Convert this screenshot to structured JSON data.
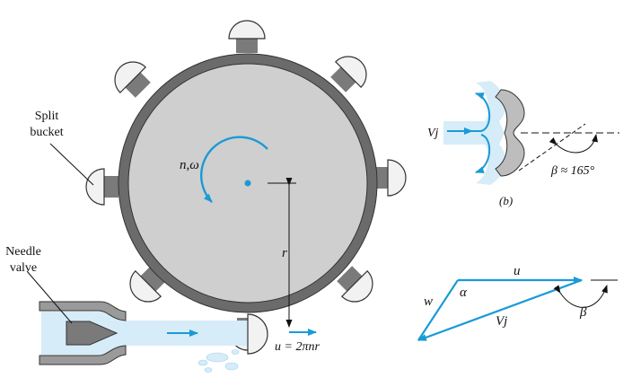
{
  "labels": {
    "split_bucket_line1": "Split",
    "split_bucket_line2": "bucket",
    "needle_valve_line1": "Needle",
    "needle_valve_line2": "valve",
    "n_omega": "n,ω",
    "r": "r",
    "u_eq": "u = 2πnr",
    "vj_b": "Vj",
    "beta_eq": "β ≈ 165°",
    "panel_b": "(b)",
    "u_tri": "u",
    "w_tri": "w",
    "alpha_tri": "α",
    "vj_tri": "Vj",
    "beta_tri": "β"
  },
  "colors": {
    "wheel_fill": "#cfcfcf",
    "rim": "#6b6b6b",
    "jet": "#d6ecf8",
    "accent": "#1a9ad6",
    "bucket": "#f2f2f2",
    "ink": "#111111"
  }
}
